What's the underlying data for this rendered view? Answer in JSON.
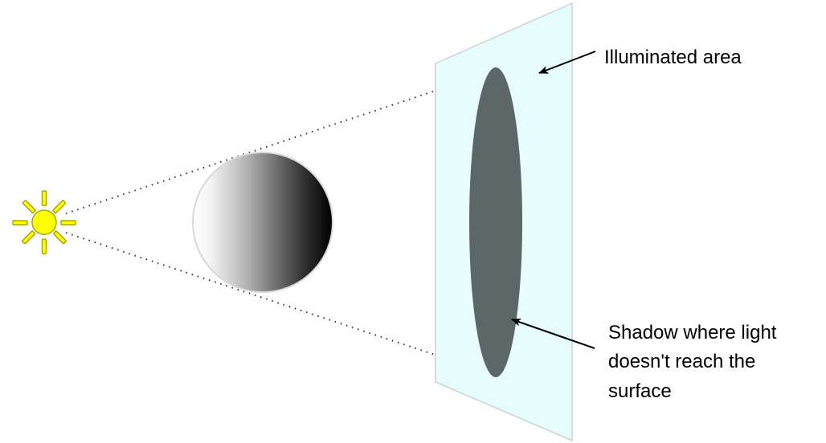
{
  "labels": {
    "illuminated": "Illuminated area",
    "shadow_line1": "Shadow where light",
    "shadow_line2": "doesn't reach the",
    "shadow_line3": "surface"
  },
  "colors": {
    "background": "#ffffff",
    "sun_fill": "#ffff00",
    "sun_stroke": "#a8a800",
    "surface_fill": "#e6fcfd",
    "surface_stroke": "#c8d2d8",
    "shadow_fill": "#5d6767",
    "sphere_dark": "#000000",
    "sphere_light": "#ffffff",
    "arrow": "#000000"
  }
}
